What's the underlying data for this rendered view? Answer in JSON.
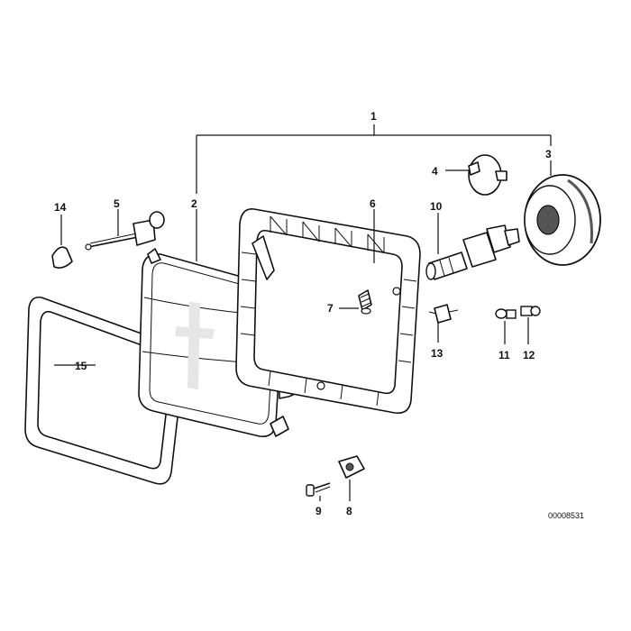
{
  "callouts": {
    "c1": "1",
    "c2": "2",
    "c3": "3",
    "c4": "4",
    "c5": "5",
    "c6": "6",
    "c7": "7",
    "c8": "8",
    "c9": "9",
    "c10": "10",
    "c11": "11",
    "c12": "12",
    "c13": "13",
    "c14": "14",
    "c15": "15"
  },
  "reference_number": "00008531",
  "colors": {
    "ink": "#111111",
    "background": "#ffffff",
    "shade": "#555555"
  }
}
